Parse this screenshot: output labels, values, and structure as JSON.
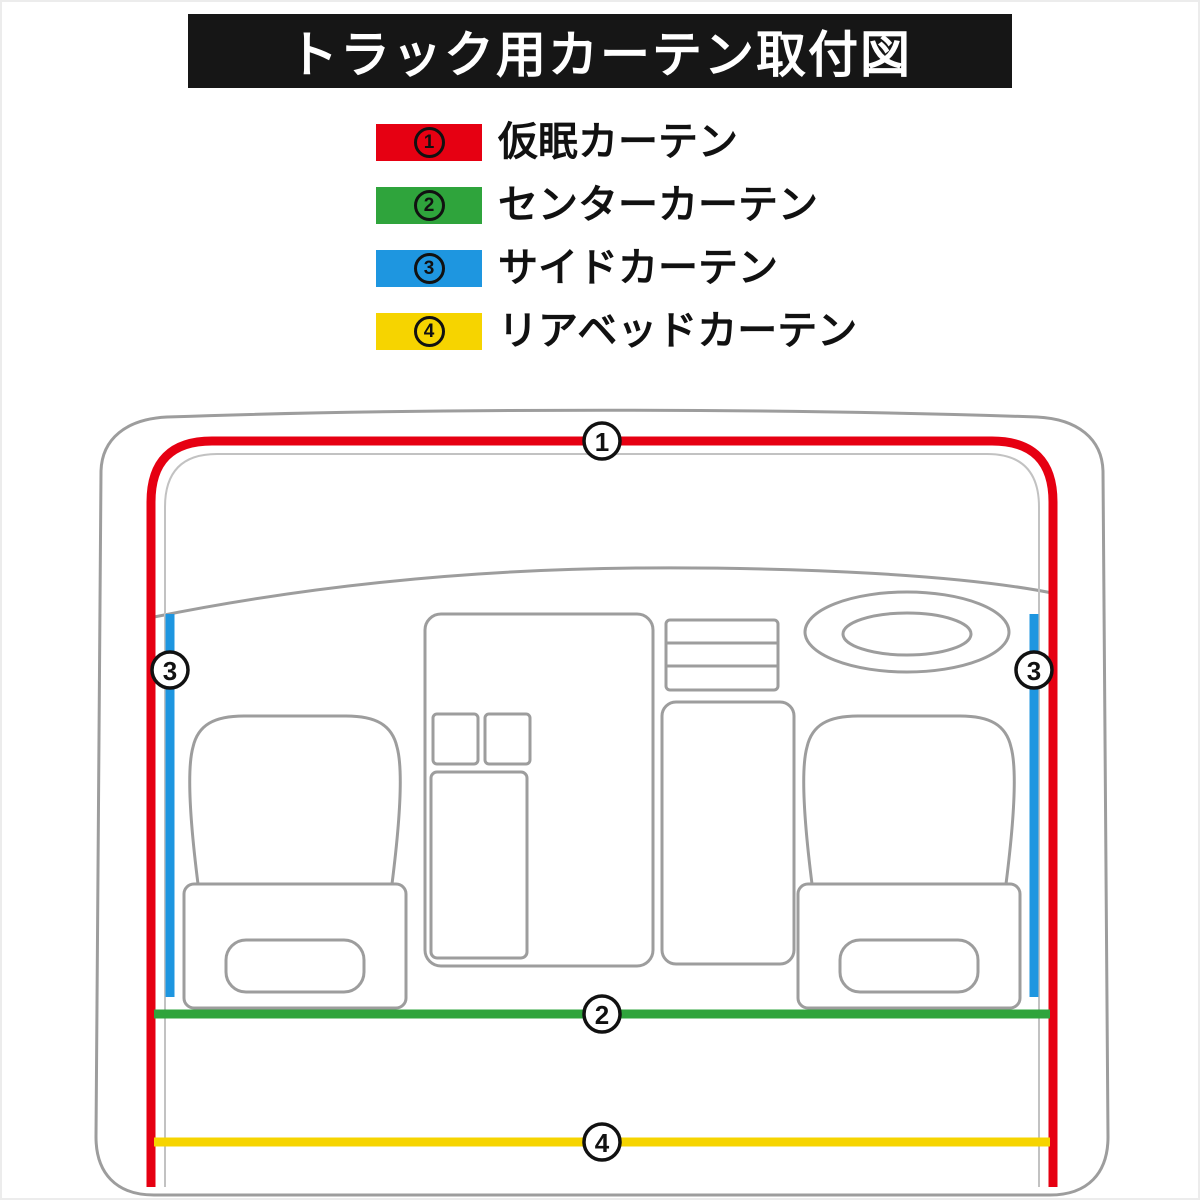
{
  "title": "トラック用カーテン取付図",
  "colors": {
    "header_bg": "#161616",
    "header_text": "#ffffff",
    "red": "#e60012",
    "green": "#2fa43c",
    "blue": "#1e96e0",
    "yellow": "#f6d400",
    "outline": "#9d9d9d",
    "outline_light": "#c2c2c2"
  },
  "legend": {
    "items": [
      {
        "num": "1",
        "label": "仮眠カーテン",
        "color": "#e60012"
      },
      {
        "num": "2",
        "label": "センターカーテン",
        "color": "#2fa43c"
      },
      {
        "num": "3",
        "label": "サイドカーテン",
        "color": "#1e96e0"
      },
      {
        "num": "4",
        "label": "リアベッドカーテン",
        "color": "#f6d400"
      }
    ]
  },
  "diagram": {
    "markers": {
      "top": "1",
      "left": "3",
      "right": "3",
      "center": "2",
      "bottom": "4"
    }
  }
}
